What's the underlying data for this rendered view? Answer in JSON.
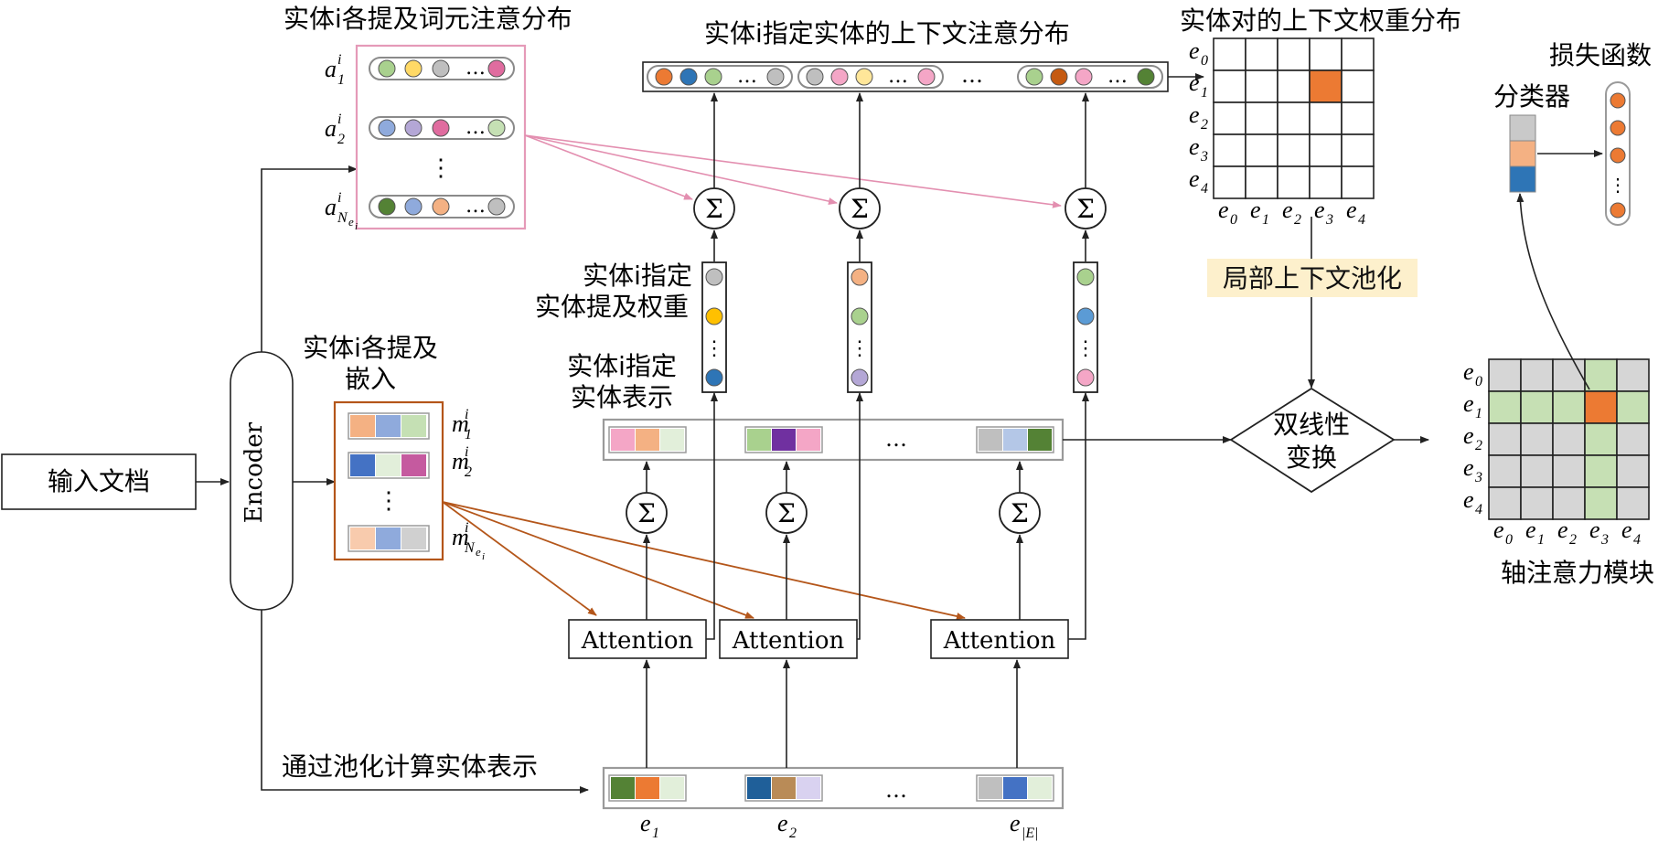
{
  "labels": {
    "mention_token_attention": "实体i各提及词元注意分布",
    "context_attention": "实体i指定实体的上下文注意分布",
    "pair_context_weight": "实体对的上下文权重分布",
    "loss": "损失函数",
    "classifier": "分类器",
    "mention_weight_l1": "实体i指定",
    "mention_weight_l2": "实体提及权重",
    "mention_embedding_l1": "实体i各提及",
    "mention_embedding_l2": "嵌入",
    "entity_spec_repr_l1": "实体i指定",
    "entity_spec_repr_l2": "实体表示",
    "local_context_pooling": "局部上下文池化",
    "bilinear_l1": "双线性",
    "bilinear_l2": "变换",
    "axial_attention": "轴注意力模块",
    "input_doc": "输入文档",
    "encoder": "Encoder",
    "pooling_entity": "通过池化计算实体表示",
    "attention": "Attention",
    "sigma": "Σ",
    "ellipsis": "…",
    "vdots": "⋮"
  },
  "mention_token_rows": [
    {
      "label_base": "a",
      "sub": "1",
      "sup": "i"
    },
    {
      "label_base": "a",
      "sub": "2",
      "sup": "i"
    },
    {
      "label_base": "a",
      "sub": "Nei",
      "sup": "i"
    }
  ],
  "mention_embed_rows": [
    {
      "label_base": "m",
      "sub": "1",
      "sup": "i"
    },
    {
      "label_base": "m",
      "sub": "2",
      "sup": "i"
    },
    {
      "label_base": "m",
      "sub": "Nei",
      "sup": "i"
    }
  ],
  "entity_labels": [
    "e1",
    "e2",
    "e|E|"
  ],
  "matrix_row_labels": [
    "e0",
    "e1",
    "e2",
    "e3",
    "e4"
  ],
  "matrix_col_labels": [
    "e0",
    "e1",
    "e2",
    "e3",
    "e4"
  ],
  "pair_matrix_highlight": {
    "row": 1,
    "col": 3
  },
  "colors": {
    "pink_arrow": "#e38fb0",
    "orange_arrow": "#b4561a",
    "highlight": "#ec7a33",
    "axial_green": "#c6e0b4",
    "axial_grey": "#d6d6d6",
    "pooling_bg": "#fdf0cc"
  }
}
